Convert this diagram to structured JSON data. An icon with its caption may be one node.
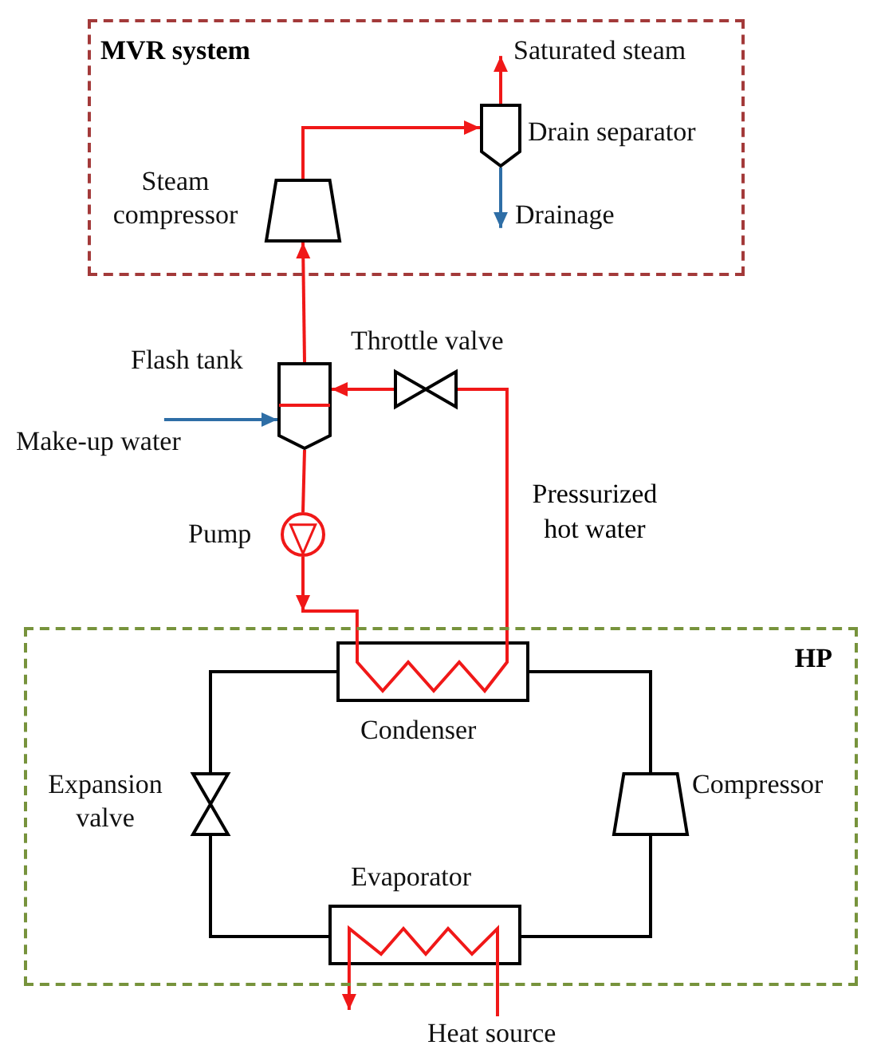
{
  "diagram": {
    "nodes": [
      {
        "text": [
          "MVR system"
        ]
      },
      {
        "text": [
          "Steam compressor"
        ],
        "in": 0
      },
      {
        "text": [
          "Saturated steam"
        ],
        "in": 0
      },
      {
        "text": [
          "Drain separator"
        ],
        "in": 0
      },
      {
        "text": [
          "Drainage"
        ],
        "in": 0
      },
      {
        "text": [
          "Flash tank"
        ]
      },
      {
        "text": [
          "Throttle valve"
        ]
      },
      {
        "text": [
          "Make-up water"
        ]
      },
      {
        "text": [
          "Pump"
        ]
      },
      {
        "text": [
          "HP"
        ]
      },
      {
        "text": [
          "Condenser"
        ],
        "in": 9
      },
      {
        "text": [
          "Expansion valve"
        ],
        "in": 9
      },
      {
        "text": [
          "Compressor"
        ],
        "in": 9
      },
      {
        "text": [
          "Evaporator"
        ],
        "in": 9
      },
      {
        "text": [
          "Heat source"
        ]
      }
    ],
    "edges": [
      {
        "from": 1,
        "to": 3,
        "arrow": "to"
      },
      {
        "from": 3,
        "to": 2,
        "arrow": "to"
      },
      {
        "from": 3,
        "to": 4,
        "arrow": "to",
        "color": "#2e6ea6"
      },
      {
        "from": 5,
        "to": 1,
        "arrow": "to"
      },
      {
        "from": 6,
        "to": 5,
        "arrow": "to"
      },
      {
        "from": 10,
        "to": 6,
        "arrow": "none",
        "label": "Pressurized hot water"
      },
      {
        "from": 7,
        "to": 5,
        "arrow": "to",
        "color": "#2e6ea6"
      },
      {
        "from": 5,
        "to": 8,
        "arrow": "none"
      },
      {
        "from": 8,
        "to": 10,
        "arrow": "to"
      },
      {
        "from": 10,
        "to": 11,
        "arrow": "none",
        "color": "#000000"
      },
      {
        "from": 11,
        "to": 13,
        "arrow": "none",
        "color": "#000000"
      },
      {
        "from": 13,
        "to": 12,
        "arrow": "none",
        "color": "#000000"
      },
      {
        "from": 12,
        "to": 10,
        "arrow": "none",
        "color": "#000000"
      },
      {
        "from": 14,
        "to": 13,
        "arrow": "none"
      },
      {
        "from": 13,
        "to": null,
        "arrow": "to"
      }
    ]
  }
}
